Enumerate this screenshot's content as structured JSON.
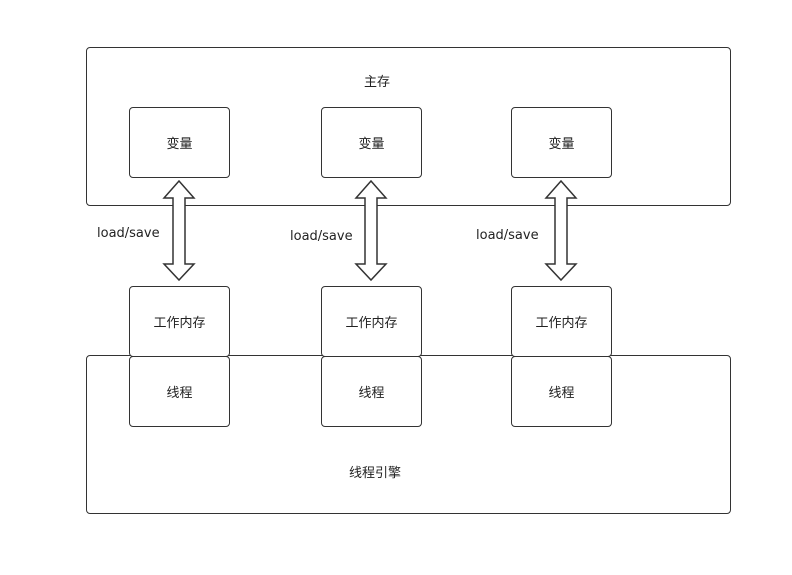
{
  "main_memory": {
    "title": "主存",
    "variables": [
      "变量",
      "变量",
      "变量"
    ]
  },
  "arrows": [
    "load/save",
    "load/save",
    "load/save"
  ],
  "threads": [
    {
      "working_memory": "工作内存",
      "thread": "线程"
    },
    {
      "working_memory": "工作内存",
      "thread": "线程"
    },
    {
      "working_memory": "工作内存",
      "thread": "线程"
    }
  ],
  "thread_engine": {
    "title": "线程引擎"
  },
  "colors": {
    "stroke": "#333333",
    "background": "#ffffff",
    "text": "#222222"
  }
}
